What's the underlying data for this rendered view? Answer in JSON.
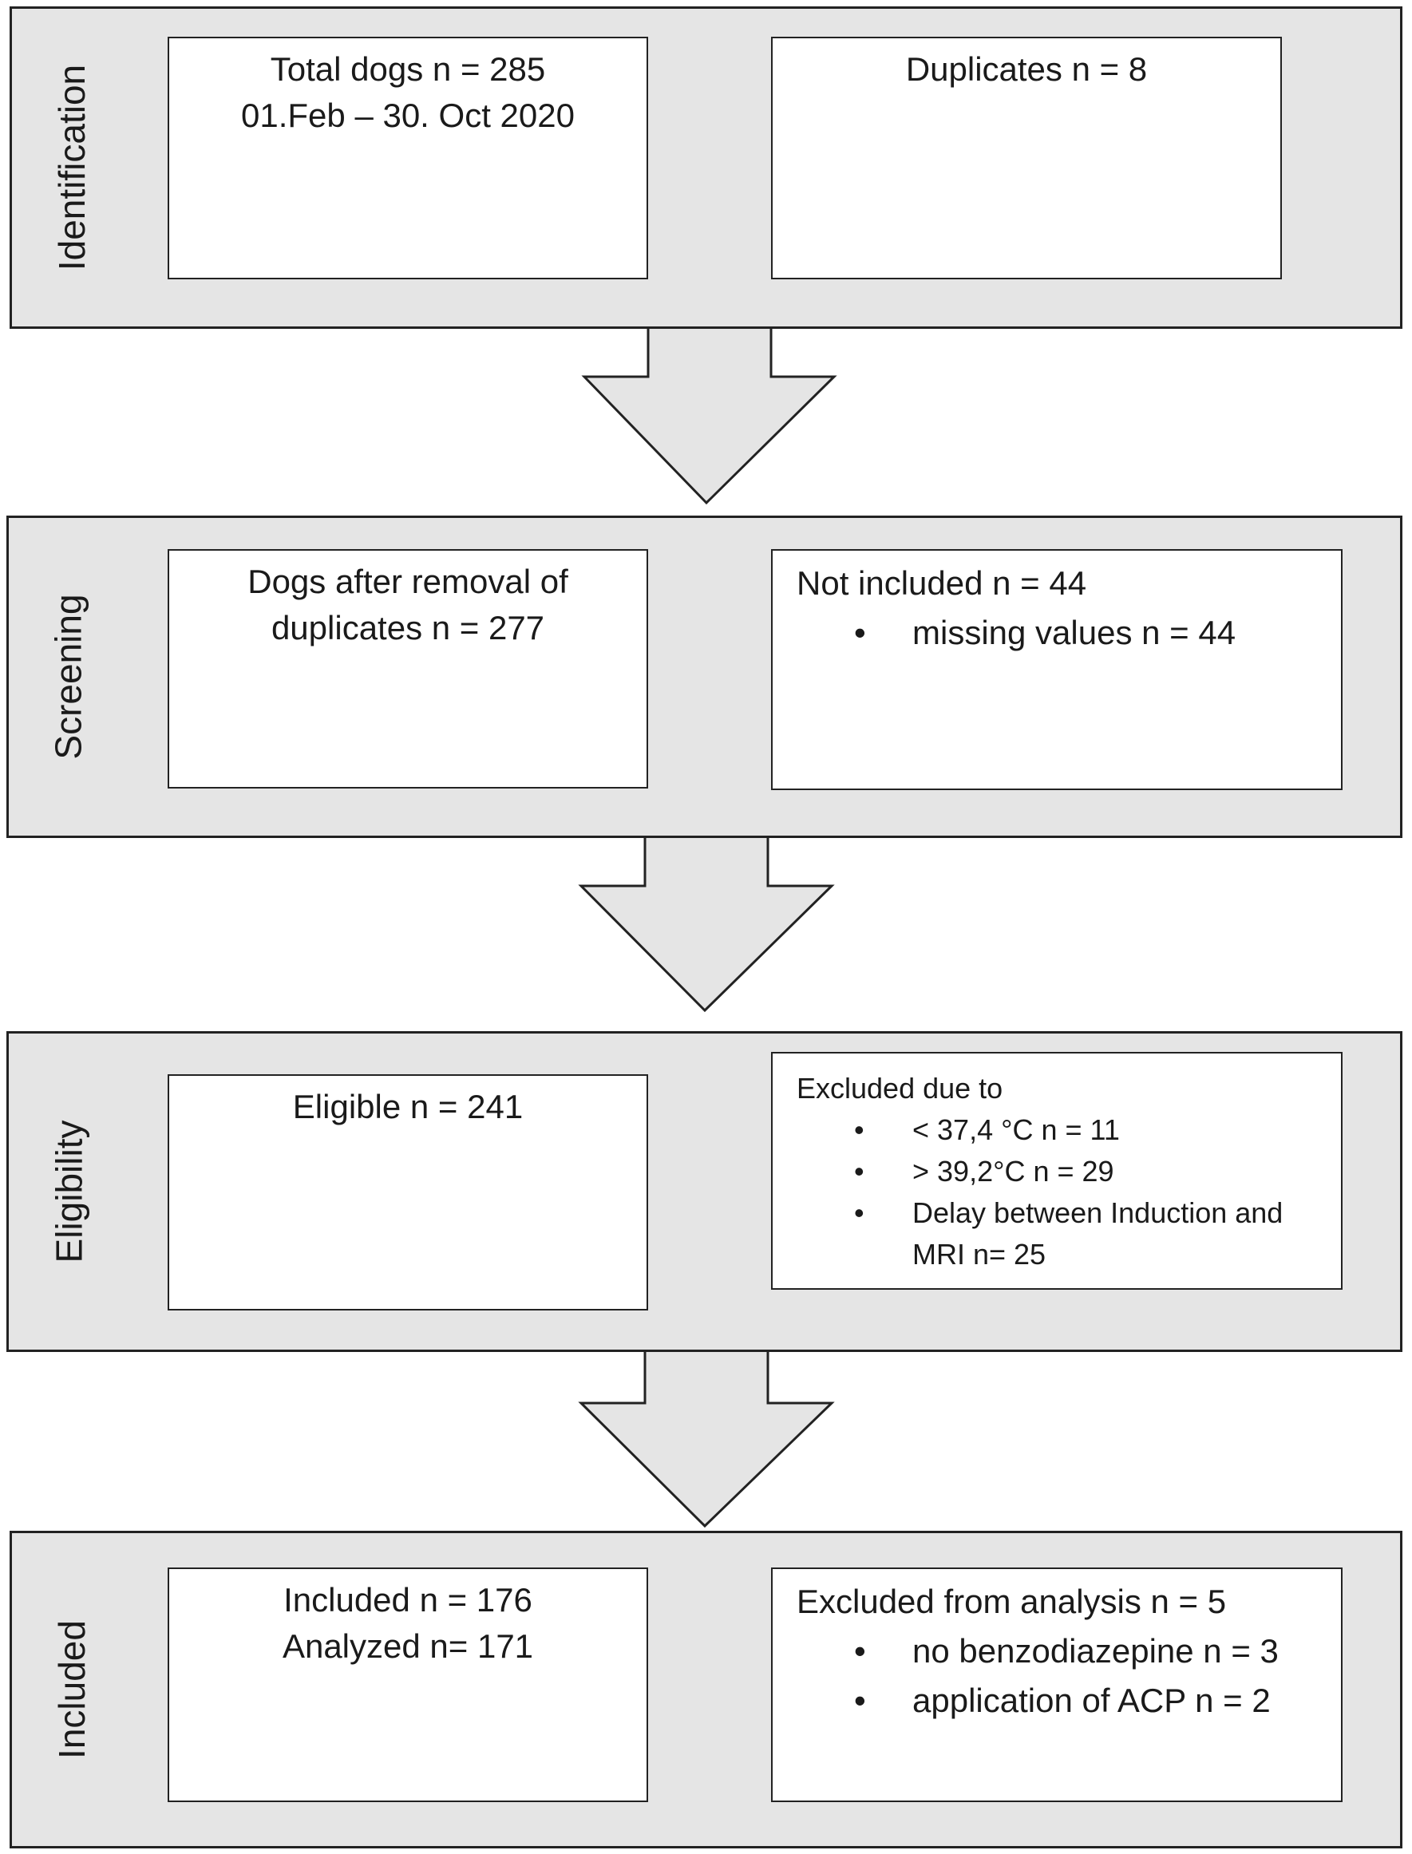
{
  "stages": [
    {
      "name": "Identification",
      "left_box": {
        "lines": [
          "Total dogs n = 285",
          "01.Feb – 30. Oct 2020"
        ]
      },
      "right_box": {
        "lines": [
          "Duplicates n = 8"
        ]
      }
    },
    {
      "name": "Screening",
      "left_box": {
        "lines": [
          "Dogs after removal of",
          "duplicates n = 277"
        ]
      },
      "right_box": {
        "heading": "Not included n = 44",
        "bullets": [
          "missing values n = 44"
        ]
      }
    },
    {
      "name": "Eligibility",
      "left_box": {
        "lines": [
          "Eligible n = 241"
        ]
      },
      "right_box": {
        "heading": "Excluded due to",
        "bullets": [
          "< 37,4 °C n = 11",
          "> 39,2°C n = 29",
          "Delay between Induction and MRI n= 25"
        ]
      }
    },
    {
      "name": "Included",
      "left_box": {
        "lines": [
          "Included n = 176",
          "Analyzed n= 171"
        ]
      },
      "right_box": {
        "heading": "Excluded from analysis n = 5",
        "bullets": [
          "no benzodiazepine n = 3",
          "application of ACP n = 2"
        ]
      }
    }
  ],
  "colors": {
    "stage_fill": "#e5e5e5",
    "box_fill": "#ffffff",
    "stroke": "#222222"
  }
}
